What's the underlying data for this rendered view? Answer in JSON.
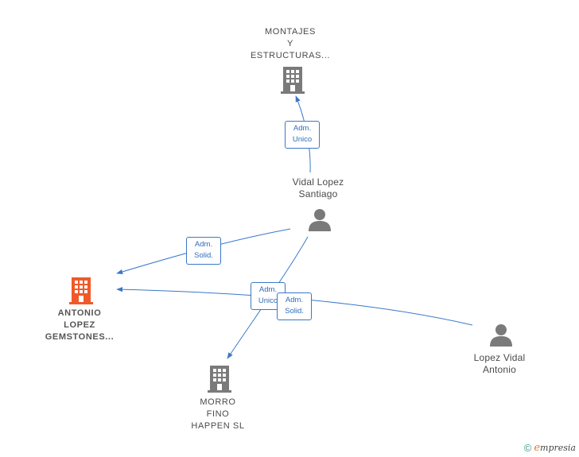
{
  "colors": {
    "edge": "#3a78c8",
    "company_icon": "#7a7a7a",
    "focus_icon": "#f05a28",
    "person_icon": "#7a7a7a"
  },
  "nodes": {
    "montajes": {
      "lines": [
        "MONTAJES",
        "Y",
        "ESTRUCTURAS..."
      ],
      "icon": "building-icon"
    },
    "antonio": {
      "lines": [
        "ANTONIO",
        "LOPEZ",
        "GEMSTONES..."
      ],
      "icon": "building-icon"
    },
    "morro": {
      "lines": [
        "MORRO",
        "FINO",
        "HAPPEN SL"
      ],
      "icon": "building-icon"
    },
    "vidal": {
      "lines": [
        "Vidal Lopez",
        "Santiago"
      ],
      "icon": "person-icon"
    },
    "lopez": {
      "lines": [
        "Lopez Vidal",
        "Antonio"
      ],
      "icon": "person-icon"
    }
  },
  "edges": {
    "e1": {
      "lines": [
        "Adm.",
        "Unico"
      ]
    },
    "e2": {
      "lines": [
        "Adm.",
        "Solid."
      ]
    },
    "e3": {
      "lines": [
        "Adm.",
        "Unico"
      ]
    },
    "e4": {
      "lines": [
        "Adm.",
        "Solid."
      ]
    }
  },
  "footer": {
    "copyright": "©",
    "brand_initial": "e",
    "brand_rest": "mpresia"
  }
}
